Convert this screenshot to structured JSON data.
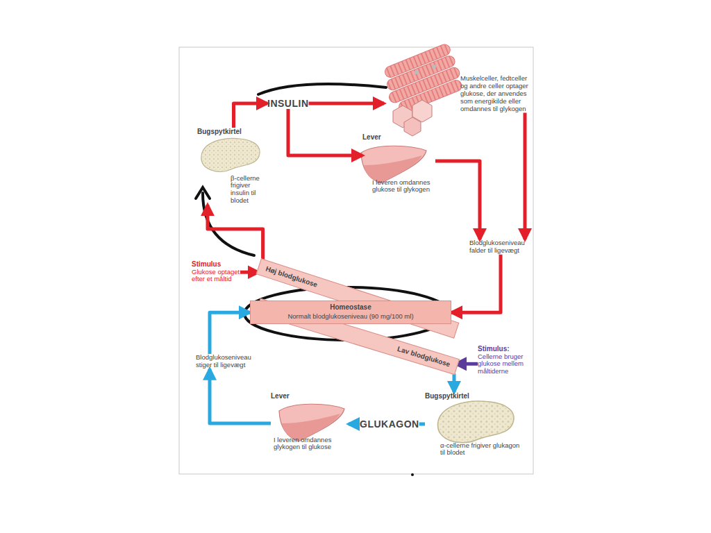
{
  "diagram": {
    "nodes": [
      {
        "text": [
          "Bugspytkirtel",
          "β-cellerne frigiver insulin til blodet"
        ]
      },
      {
        "text": [
          "INSULIN"
        ]
      },
      {
        "text": [
          "Muskelceller, fedtceller og andre celler optager glukose, der anvendes som energikilde eller omdannes til glykogen"
        ]
      },
      {
        "text": [
          "Lever",
          "I leveren omdannes glukose til glykogen"
        ]
      },
      {
        "text": [
          "Blodglukoseniveau falder til ligevægt"
        ]
      },
      {
        "text": [
          "Stimulus",
          "Glukose optaget efter et måltid"
        ]
      },
      {
        "text": [
          "Høj blodglukose"
        ]
      },
      {
        "text": [
          "Homeostase",
          "Normalt blodglukoseniveau (90 mg/100 ml)"
        ]
      },
      {
        "text": [
          "Lav blodglukose"
        ]
      },
      {
        "text": [
          "Stimulus:",
          "Cellerne bruger glukose mellem måltiderne"
        ]
      },
      {
        "text": [
          "Blodglukoseniveau stiger til ligevægt"
        ]
      },
      {
        "text": [
          "Lever",
          "I leveren omdannes glykogen til glukose"
        ]
      },
      {
        "text": [
          "GLUKAGON"
        ]
      },
      {
        "text": [
          "Bugspytkirtel",
          "α-cellerne frigiver glukagon til blodet"
        ]
      }
    ],
    "edges": [
      {
        "from": 0,
        "to": 1,
        "arrow": "to"
      },
      {
        "from": 1,
        "to": 2,
        "arrow": "to"
      },
      {
        "from": 1,
        "to": 3,
        "arrow": "to"
      },
      {
        "from": 2,
        "to": 4,
        "arrow": "to"
      },
      {
        "from": 3,
        "to": 4,
        "arrow": "to"
      },
      {
        "from": 4,
        "to": 7,
        "arrow": "to"
      },
      {
        "from": 6,
        "to": 0,
        "arrow": "to"
      },
      {
        "from": 5,
        "to": 6,
        "arrow": "to"
      },
      {
        "from": 8,
        "to": 13,
        "arrow": "to"
      },
      {
        "from": 9,
        "to": 8,
        "arrow": "to"
      },
      {
        "from": 13,
        "to": 12,
        "arrow": "none"
      },
      {
        "from": 12,
        "to": 11,
        "arrow": "to"
      },
      {
        "from": 11,
        "to": 10,
        "arrow": "to"
      },
      {
        "from": 10,
        "to": 7,
        "arrow": "to"
      }
    ]
  }
}
